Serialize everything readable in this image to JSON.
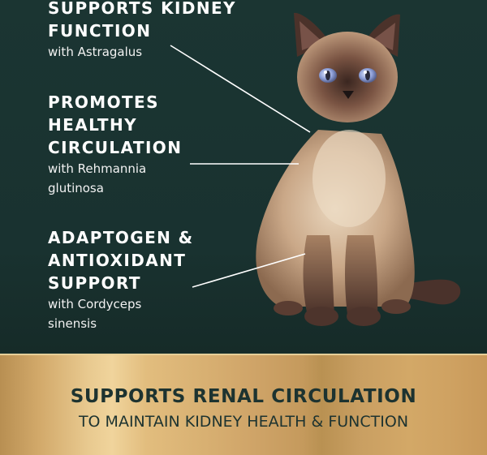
{
  "colors": {
    "background": "#1a3330",
    "text_light": "#ffffff",
    "gold_light": "#f0d49c",
    "gold_dark": "#b88f52",
    "band_text": "#1d3330"
  },
  "benefits": [
    {
      "title": "SUPPORTS KIDNEY\nFUNCTION",
      "subtitle": "with Astragalus"
    },
    {
      "title": "PROMOTES\nHEALTHY\nCIRCULATION",
      "subtitle": "with Rehmannia\nglutinosa"
    },
    {
      "title": "ADAPTOGEN &\nANTIOXIDANT\nSUPPORT",
      "subtitle": "with Cordyceps\nsinensis"
    }
  ],
  "image": {
    "subject": "siamese-cat",
    "description": "Siamese kitten with blue eyes sitting upright"
  },
  "band": {
    "headline": "SUPPORTS RENAL CIRCULATION",
    "subline": "TO MAINTAIN KIDNEY HEALTH & FUNCTION"
  }
}
